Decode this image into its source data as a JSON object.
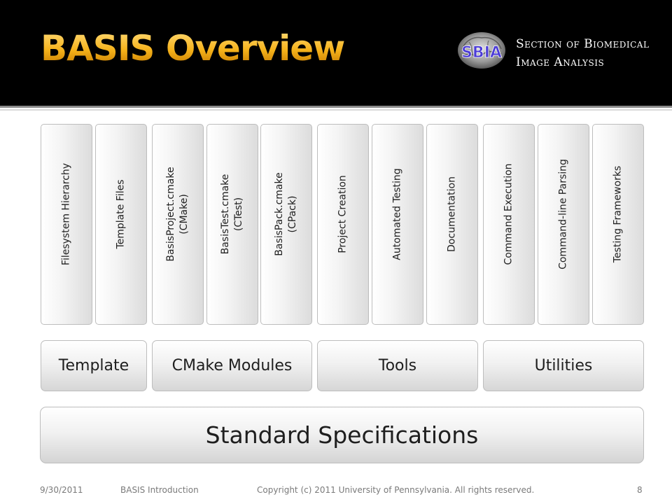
{
  "header": {
    "title": "BASIS Overview",
    "org_line1": "Section of Biomedical",
    "org_line2": "Image Analysis",
    "logo_text": "SBIA"
  },
  "columns": [
    {
      "lines": [
        "Filesystem Hierarchy"
      ]
    },
    {
      "lines": [
        "Template Files"
      ]
    },
    {
      "lines": [
        "BasisProject.cmake",
        "(CMake)"
      ]
    },
    {
      "lines": [
        "BasisTest.cmake",
        "(CTest)"
      ]
    },
    {
      "lines": [
        "BasisPack.cmake",
        "(CPack)"
      ]
    },
    {
      "lines": [
        "Project Creation"
      ]
    },
    {
      "lines": [
        "Automated Testing"
      ]
    },
    {
      "lines": [
        "Documentation"
      ]
    },
    {
      "lines": [
        "Command Execution"
      ]
    },
    {
      "lines": [
        "Command-line Parsing"
      ]
    },
    {
      "lines": [
        "Testing Frameworks"
      ]
    }
  ],
  "groups": {
    "template": "Template",
    "cmake_modules": "CMake Modules",
    "tools": "Tools",
    "utilities": "Utilities"
  },
  "base": "Standard Specifications",
  "footer": {
    "date": "9/30/2011",
    "presentation": "BASIS Introduction",
    "copyright": "Copyright (c) 2011 University of Pennsylvania. All rights reserved.",
    "page": "8"
  },
  "colors": {
    "header_bg": "#000000",
    "title": "#f5b21b",
    "box_border": "#bdbdbd"
  }
}
